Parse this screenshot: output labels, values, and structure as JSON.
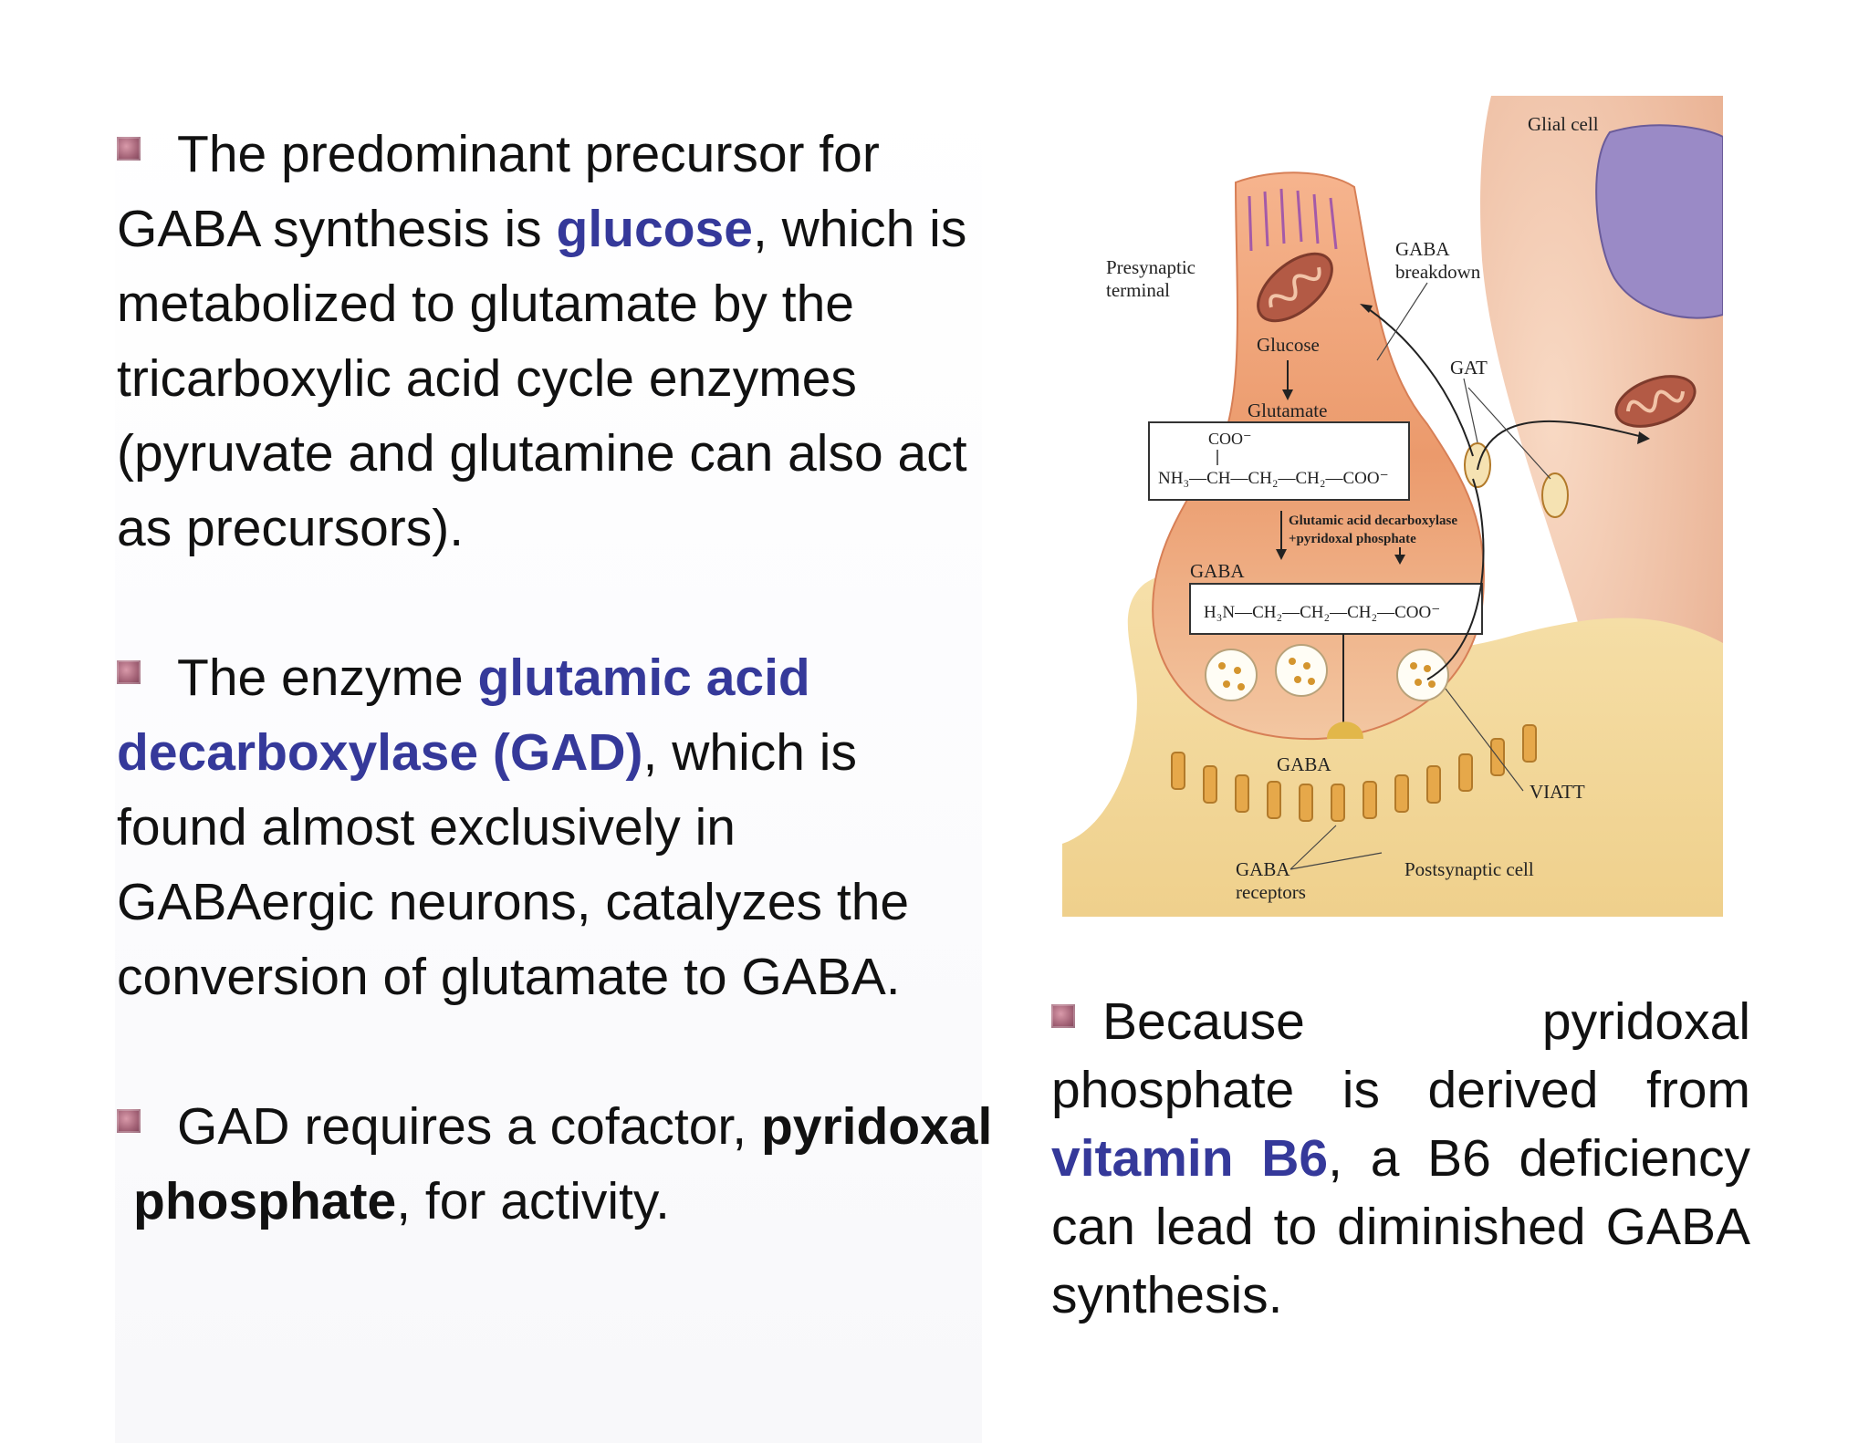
{
  "left": {
    "p1": {
      "text_a": "The predominant precursor for GABA synthesis is ",
      "hl": "glucose",
      "text_b": ", which is metabolized to glutamate by the tricarboxylic acid cycle enzymes (pyruvate and glutamine can also act as precursors)."
    },
    "p2": {
      "text_a": "The enzyme ",
      "hl": "glutamic acid decarboxylase (GAD)",
      "text_b": ", which is found almost exclusively in GABAergic neurons, catalyzes the conversion of glutamate to GABA."
    },
    "p3": {
      "text_a": "GAD requires a cofactor, ",
      "bold": "pyridoxal phosphate",
      "text_b": ", for activity."
    }
  },
  "right": {
    "text_a": "Because pyridoxal phosphate is derived from ",
    "hl": "vitamin B6",
    "text_b": ", a B6 deficiency can lead to diminished GABA synthesis."
  },
  "diagram": {
    "glial_cell": "Glial cell",
    "presynaptic_1": "Presynaptic",
    "presynaptic_2": "terminal",
    "gaba_breakdown_1": "GABA",
    "gaba_breakdown_2": "breakdown",
    "glucose": "Glucose",
    "gat": "GAT",
    "glutamate": "Glutamate",
    "coo_top": "COO⁻",
    "glutamate_formula": "NH₃—CH—CH₂—CH₂—COO⁻",
    "enzyme_1": "Glutamic acid decarboxylase",
    "enzyme_2": "+pyridoxal phosphate",
    "gaba_label": "GABA",
    "gaba_formula": "H₃N—CH₂—CH₂—CH₂—COO⁻",
    "gaba_cleft": "GABA",
    "viatt": "VIATT",
    "gaba_receptors_1": "GABA",
    "gaba_receptors_2": "receptors",
    "postsynaptic": "Postsynaptic cell",
    "colors": {
      "presynaptic": "#e8956a",
      "glial": "#f2c4a8",
      "nucleus": "#9a8ac6",
      "postsynaptic": "#f2d79a",
      "mitochondria": "#b35a45"
    }
  }
}
